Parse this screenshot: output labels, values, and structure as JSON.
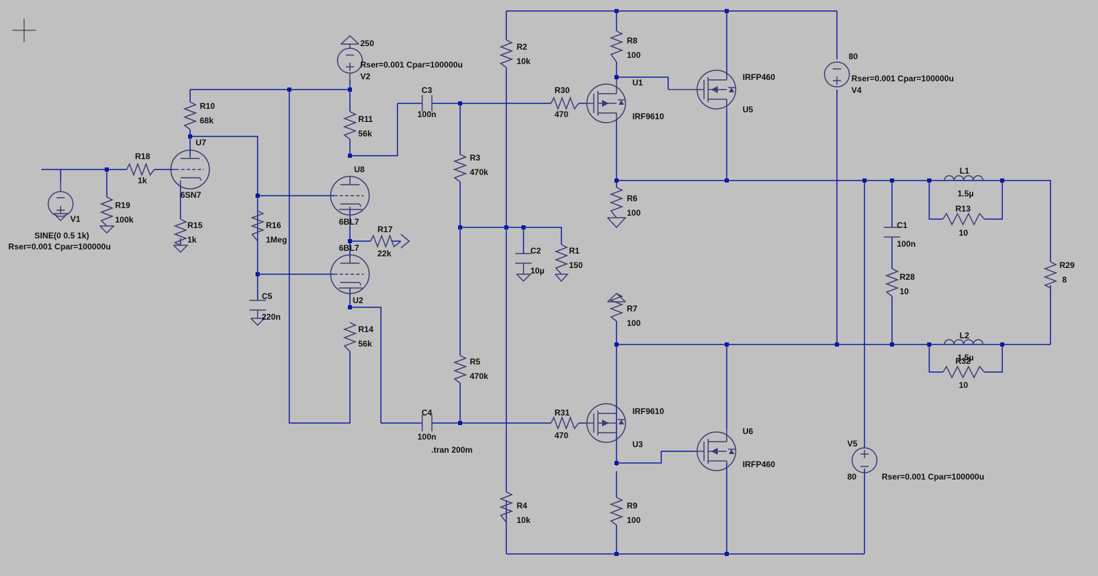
{
  "colors": {
    "background": "#c0c0c0",
    "wire": "#0a1ca0",
    "component": "#3c3c78",
    "text": "#111111"
  },
  "sources": {
    "V1": {
      "name": "V1",
      "line1": "SINE(0 0.5 1k)",
      "line2": "Rser=0.001 Cpar=100000u"
    },
    "V2": {
      "name": "V2",
      "value": "250",
      "params": "Rser=0.001 Cpar=100000u"
    },
    "V4": {
      "name": "V4",
      "value": "80",
      "params": "Rser=0.001 Cpar=100000u"
    },
    "V5": {
      "name": "V5",
      "value": "80",
      "params": "Rser=0.001 Cpar=100000u"
    }
  },
  "resistors": {
    "R1": {
      "name": "R1",
      "value": "150"
    },
    "R2": {
      "name": "R2",
      "value": "10k"
    },
    "R3": {
      "name": "R3",
      "value": "470k"
    },
    "R4": {
      "name": "R4",
      "value": "10k"
    },
    "R5": {
      "name": "R5",
      "value": "470k"
    },
    "R6": {
      "name": "R6",
      "value": "100"
    },
    "R7": {
      "name": "R7",
      "value": "100"
    },
    "R8": {
      "name": "R8",
      "value": "100"
    },
    "R9": {
      "name": "R9",
      "value": "100"
    },
    "R10": {
      "name": "R10",
      "value": "68k"
    },
    "R11": {
      "name": "R11",
      "value": "56k"
    },
    "R13": {
      "name": "R13",
      "value": "10"
    },
    "R14": {
      "name": "R14",
      "value": "56k"
    },
    "R15": {
      "name": "R15",
      "value": "1k"
    },
    "R16": {
      "name": "R16",
      "value": "1Meg"
    },
    "R17": {
      "name": "R17",
      "value": "22k"
    },
    "R18": {
      "name": "R18",
      "value": "1k"
    },
    "R19": {
      "name": "R19",
      "value": "100k"
    },
    "R28": {
      "name": "R28",
      "value": "10"
    },
    "R29": {
      "name": "R29",
      "value": "8"
    },
    "R30": {
      "name": "R30",
      "value": "470"
    },
    "R31": {
      "name": "R31",
      "value": "470"
    },
    "R32": {
      "name": "R32",
      "value": "10"
    }
  },
  "capacitors": {
    "C1": {
      "name": "C1",
      "value": "100n"
    },
    "C2": {
      "name": "C2",
      "value": "10µ"
    },
    "C3": {
      "name": "C3",
      "value": "100n"
    },
    "C4": {
      "name": "C4",
      "value": "100n"
    },
    "C5": {
      "name": "C5",
      "value": "220n"
    }
  },
  "inductors": {
    "L1": {
      "name": "L1",
      "value": "1.5µ"
    },
    "L2": {
      "name": "L2",
      "value": "1.5µ"
    }
  },
  "tubes": {
    "U7": {
      "name": "U7",
      "model": "6SN7"
    },
    "U8": {
      "name": "U8",
      "model": "6BL7"
    },
    "U2": {
      "name": "U2",
      "model": "6BL7"
    }
  },
  "mosfets": {
    "U1": {
      "name": "U1",
      "model": "IRF9610"
    },
    "U3": {
      "name": "U3",
      "model": "IRF9610"
    },
    "U5": {
      "name": "U5",
      "model": "IRFP460"
    },
    "U6": {
      "name": "U6",
      "model": "IRFP460"
    }
  },
  "directive": ".tran 200m"
}
